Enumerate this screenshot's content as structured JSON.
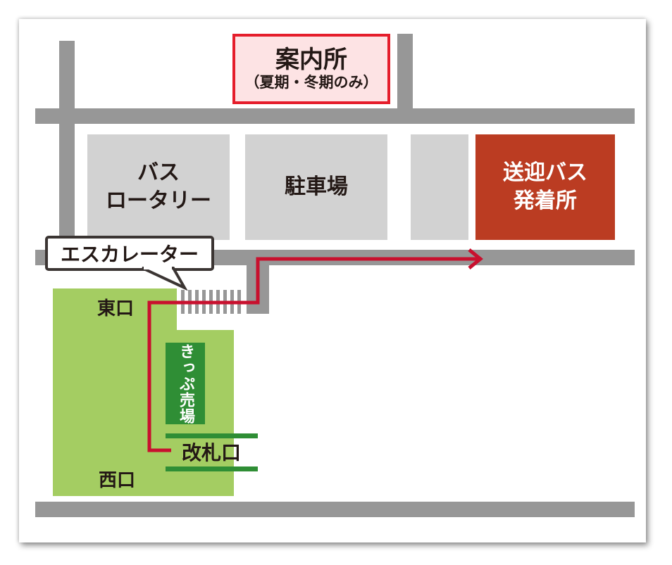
{
  "map": {
    "info_center": {
      "title": "案内所",
      "note": "（夏期・冬期のみ）"
    },
    "blocks": {
      "bus_rotary": [
        "バス",
        "ロータリー"
      ],
      "parking": "駐車場",
      "shuttle_bus": [
        "送迎バス",
        "発着所"
      ]
    },
    "escalator_callout": "エスカレーター",
    "station": {
      "east_exit": "東口",
      "west_exit": "西口",
      "ticket_office": "きっぷ売場",
      "ticket_gate": "改札口"
    },
    "colors": {
      "road": "#979797",
      "block": "#d2d2d2",
      "station": "#a4cd62",
      "ticket_office": "#2f8e35",
      "shuttle_block": "#bb3c22",
      "route": "#c8102e",
      "info_border": "#e51d2b",
      "info_fill": "#fde3e4"
    }
  }
}
